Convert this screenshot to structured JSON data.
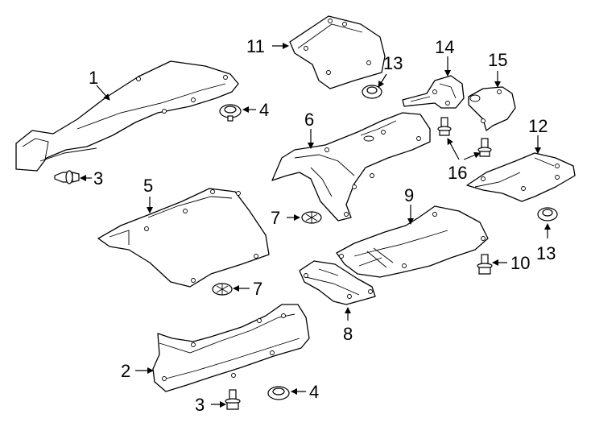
{
  "callouts": {
    "c1": "1",
    "c2": "2",
    "c3a": "3",
    "c3b": "3",
    "c4a": "4",
    "c4b": "4",
    "c5": "5",
    "c6": "6",
    "c7a": "7",
    "c7b": "7",
    "c8": "8",
    "c9": "9",
    "c10": "10",
    "c11": "11",
    "c12": "12",
    "c13a": "13",
    "c13b": "13",
    "c14": "14",
    "c15": "15",
    "c16": "16"
  }
}
